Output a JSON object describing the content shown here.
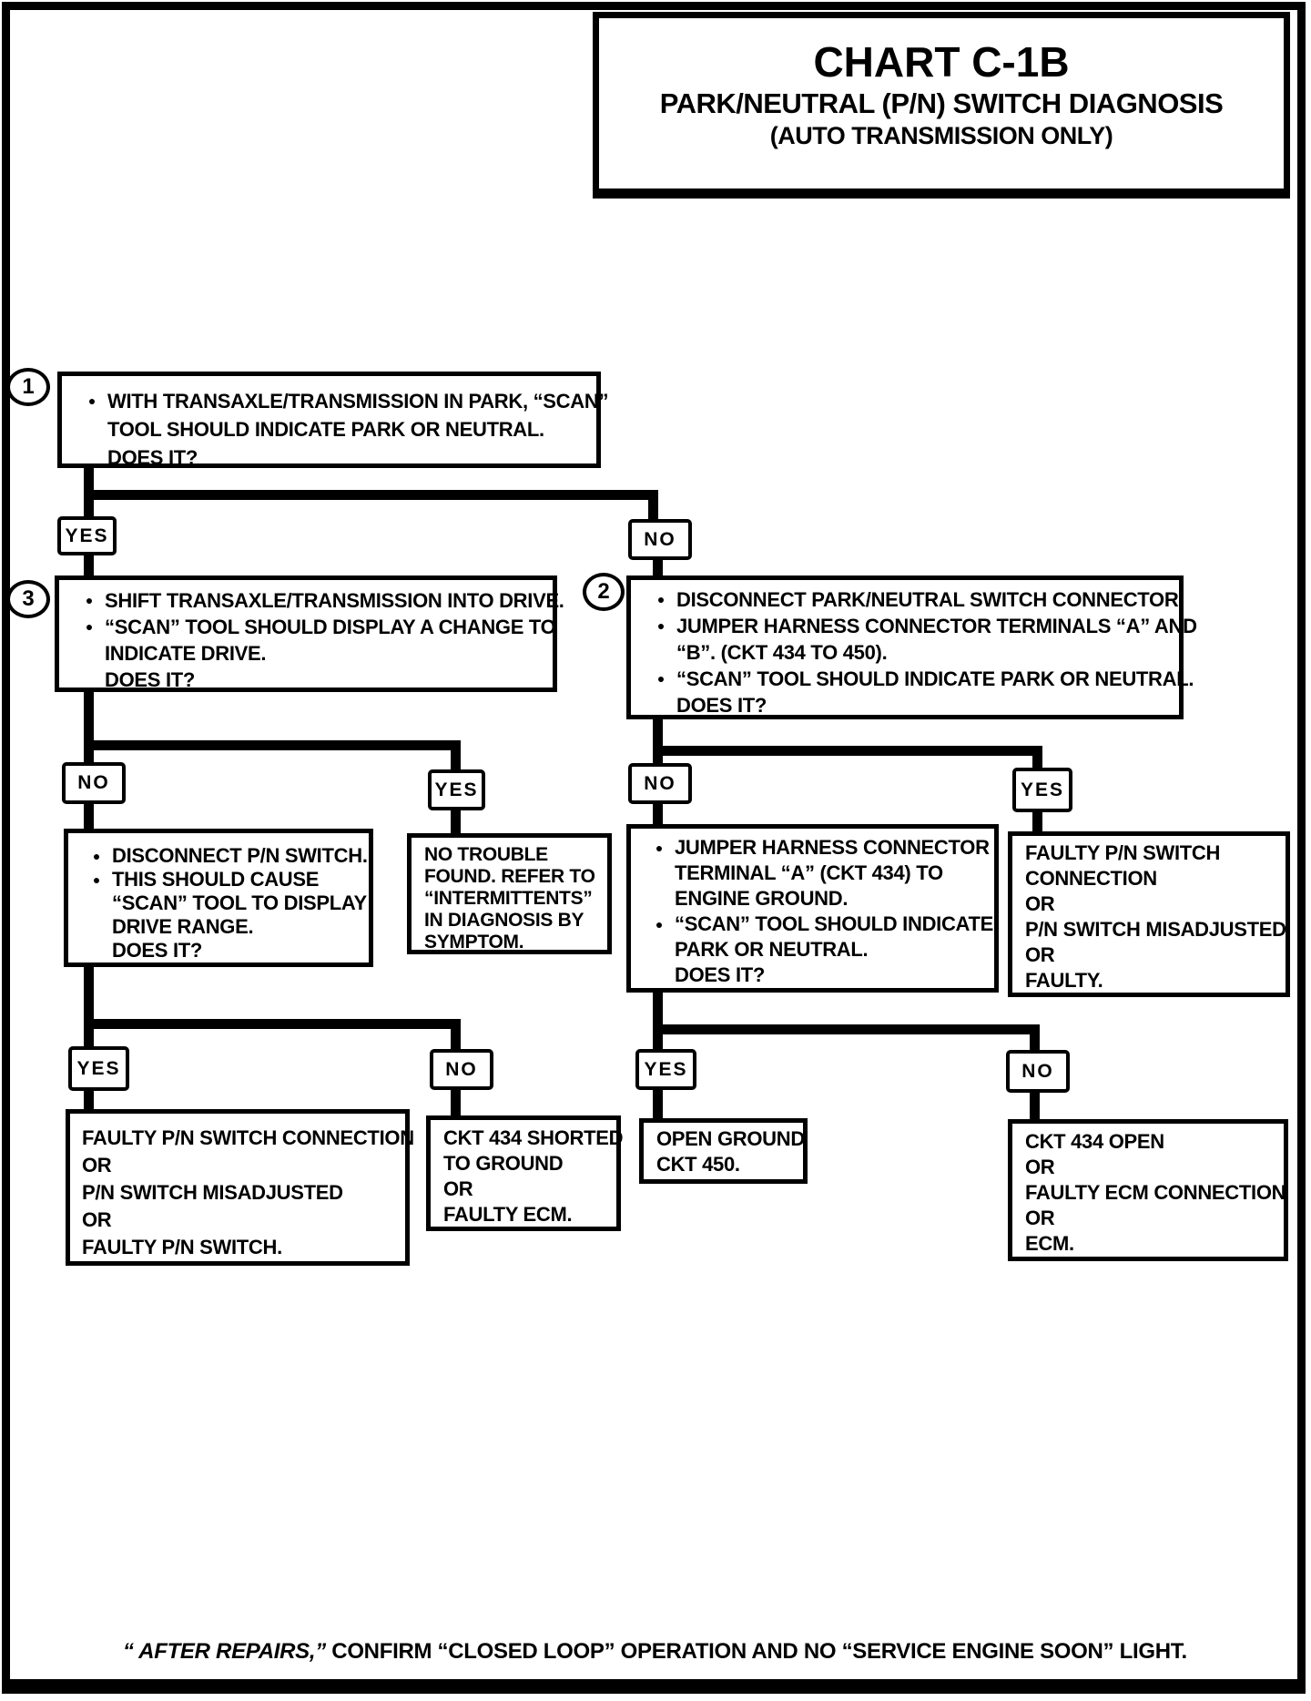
{
  "title_block": {
    "title": "CHART C-1B",
    "subtitle": "PARK/NEUTRAL (P/N) SWITCH DIAGNOSIS",
    "subtitle2": "(AUTO TRANSMISSION ONLY)"
  },
  "steps": {
    "one": "1",
    "two": "2",
    "three": "3"
  },
  "labels": {
    "yes": "YES",
    "no": "NO"
  },
  "nodes": {
    "q1": {
      "lines": [
        {
          "b": 1,
          "t": "WITH TRANSAXLE/TRANSMISSION IN PARK, “SCAN”"
        },
        {
          "t": "TOOL SHOULD INDICATE PARK OR NEUTRAL."
        },
        {
          "t": "DOES IT?"
        }
      ]
    },
    "q3": {
      "lines": [
        {
          "b": 1,
          "t": "SHIFT TRANSAXLE/TRANSMISSION  INTO DRIVE."
        },
        {
          "b": 1,
          "t": "“SCAN” TOOL SHOULD DISPLAY A CHANGE TO"
        },
        {
          "t": "INDICATE DRIVE."
        },
        {
          "t": "DOES IT?"
        }
      ]
    },
    "q2": {
      "lines": [
        {
          "b": 1,
          "t": "DISCONNECT PARK/NEUTRAL SWITCH CONNECTOR."
        },
        {
          "b": 1,
          "t": "JUMPER HARNESS CONNECTOR TERMINALS “A” AND"
        },
        {
          "t": "“B”. (CKT 434 TO 450)."
        },
        {
          "b": 1,
          "t": "“SCAN” TOOL SHOULD INDICATE PARK OR NEUTRAL."
        },
        {
          "t": "DOES IT?"
        }
      ]
    },
    "disconnect_pn": {
      "lines": [
        {
          "b": 1,
          "t": "DISCONNECT P/N SWITCH."
        },
        {
          "b": 1,
          "t": "THIS SHOULD CAUSE"
        },
        {
          "t": "“SCAN” TOOL TO DISPLAY"
        },
        {
          "t": "DRIVE RANGE."
        },
        {
          "t": "DOES IT?"
        }
      ]
    },
    "no_trouble": {
      "lines": [
        {
          "t": "NO TROUBLE"
        },
        {
          "t": "FOUND.  REFER TO"
        },
        {
          "t": "“INTERMITTENTS”"
        },
        {
          "t": "IN DIAGNOSIS BY"
        },
        {
          "t": "SYMPTOM."
        }
      ]
    },
    "jumper_ground": {
      "lines": [
        {
          "b": 1,
          "t": "JUMPER HARNESS CONNECTOR"
        },
        {
          "t": "TERMINAL “A” (CKT 434) TO"
        },
        {
          "t": "ENGINE GROUND."
        },
        {
          "b": 1,
          "t": "“SCAN” TOOL SHOULD INDICATE"
        },
        {
          "t": "PARK OR NEUTRAL."
        },
        {
          "t": "DOES IT?"
        }
      ]
    },
    "faulty_mid": {
      "lines": [
        {
          "t": "FAULTY P/N SWITCH"
        },
        {
          "t": "CONNECTION"
        },
        {
          "t": "OR"
        },
        {
          "t": "P/N SWITCH MISADJUSTED"
        },
        {
          "t": "OR"
        },
        {
          "t": "FAULTY."
        }
      ]
    },
    "faulty_bl": {
      "lines": [
        {
          "t": "FAULTY P/N SWITCH CONNECTION"
        },
        {
          "t": "OR"
        },
        {
          "t": "P/N SWITCH MISADJUSTED"
        },
        {
          "t": "OR"
        },
        {
          "t": "FAULTY P/N SWITCH."
        }
      ]
    },
    "ckt_shorted": {
      "lines": [
        {
          "t": "CKT 434 SHORTED"
        },
        {
          "t": "TO GROUND"
        },
        {
          "t": "OR"
        },
        {
          "t": "FAULTY ECM."
        }
      ]
    },
    "open_ground": {
      "lines": [
        {
          "t": "OPEN GROUND"
        },
        {
          "t": "CKT 450."
        }
      ]
    },
    "ckt_open": {
      "lines": [
        {
          "t": "CKT 434 OPEN"
        },
        {
          "t": "OR"
        },
        {
          "t": "FAULTY ECM CONNECTION"
        },
        {
          "t": "OR"
        },
        {
          "t": "ECM."
        }
      ]
    }
  },
  "footer": {
    "prefix": "“ AFTER REPAIRS,” ",
    "text": "CONFIRM “CLOSED LOOP” OPERATION AND NO “SERVICE ENGINE SOON” LIGHT."
  }
}
